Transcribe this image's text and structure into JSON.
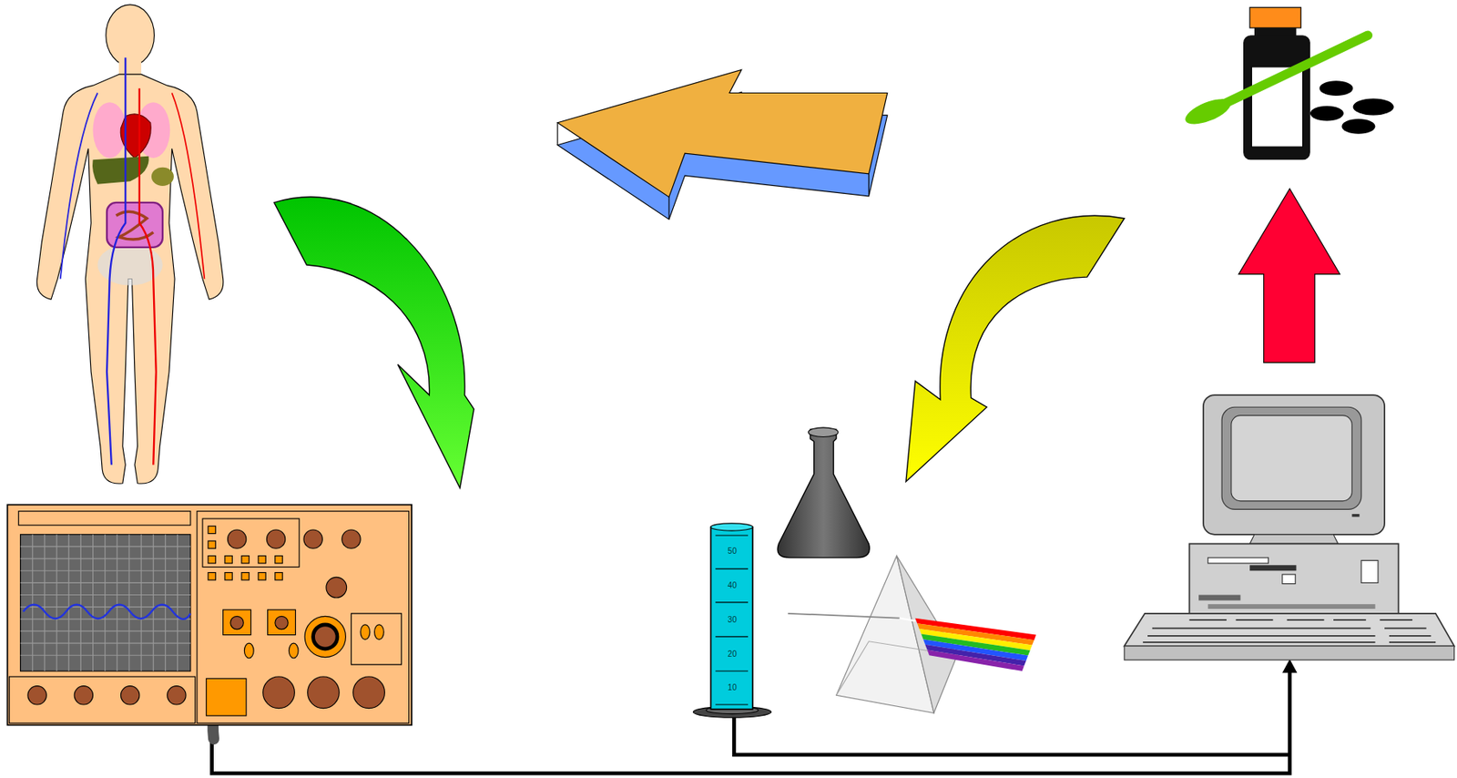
{
  "diagram": {
    "labels": [
      "50",
      "40",
      "30",
      "20",
      "10"
    ]
  }
}
